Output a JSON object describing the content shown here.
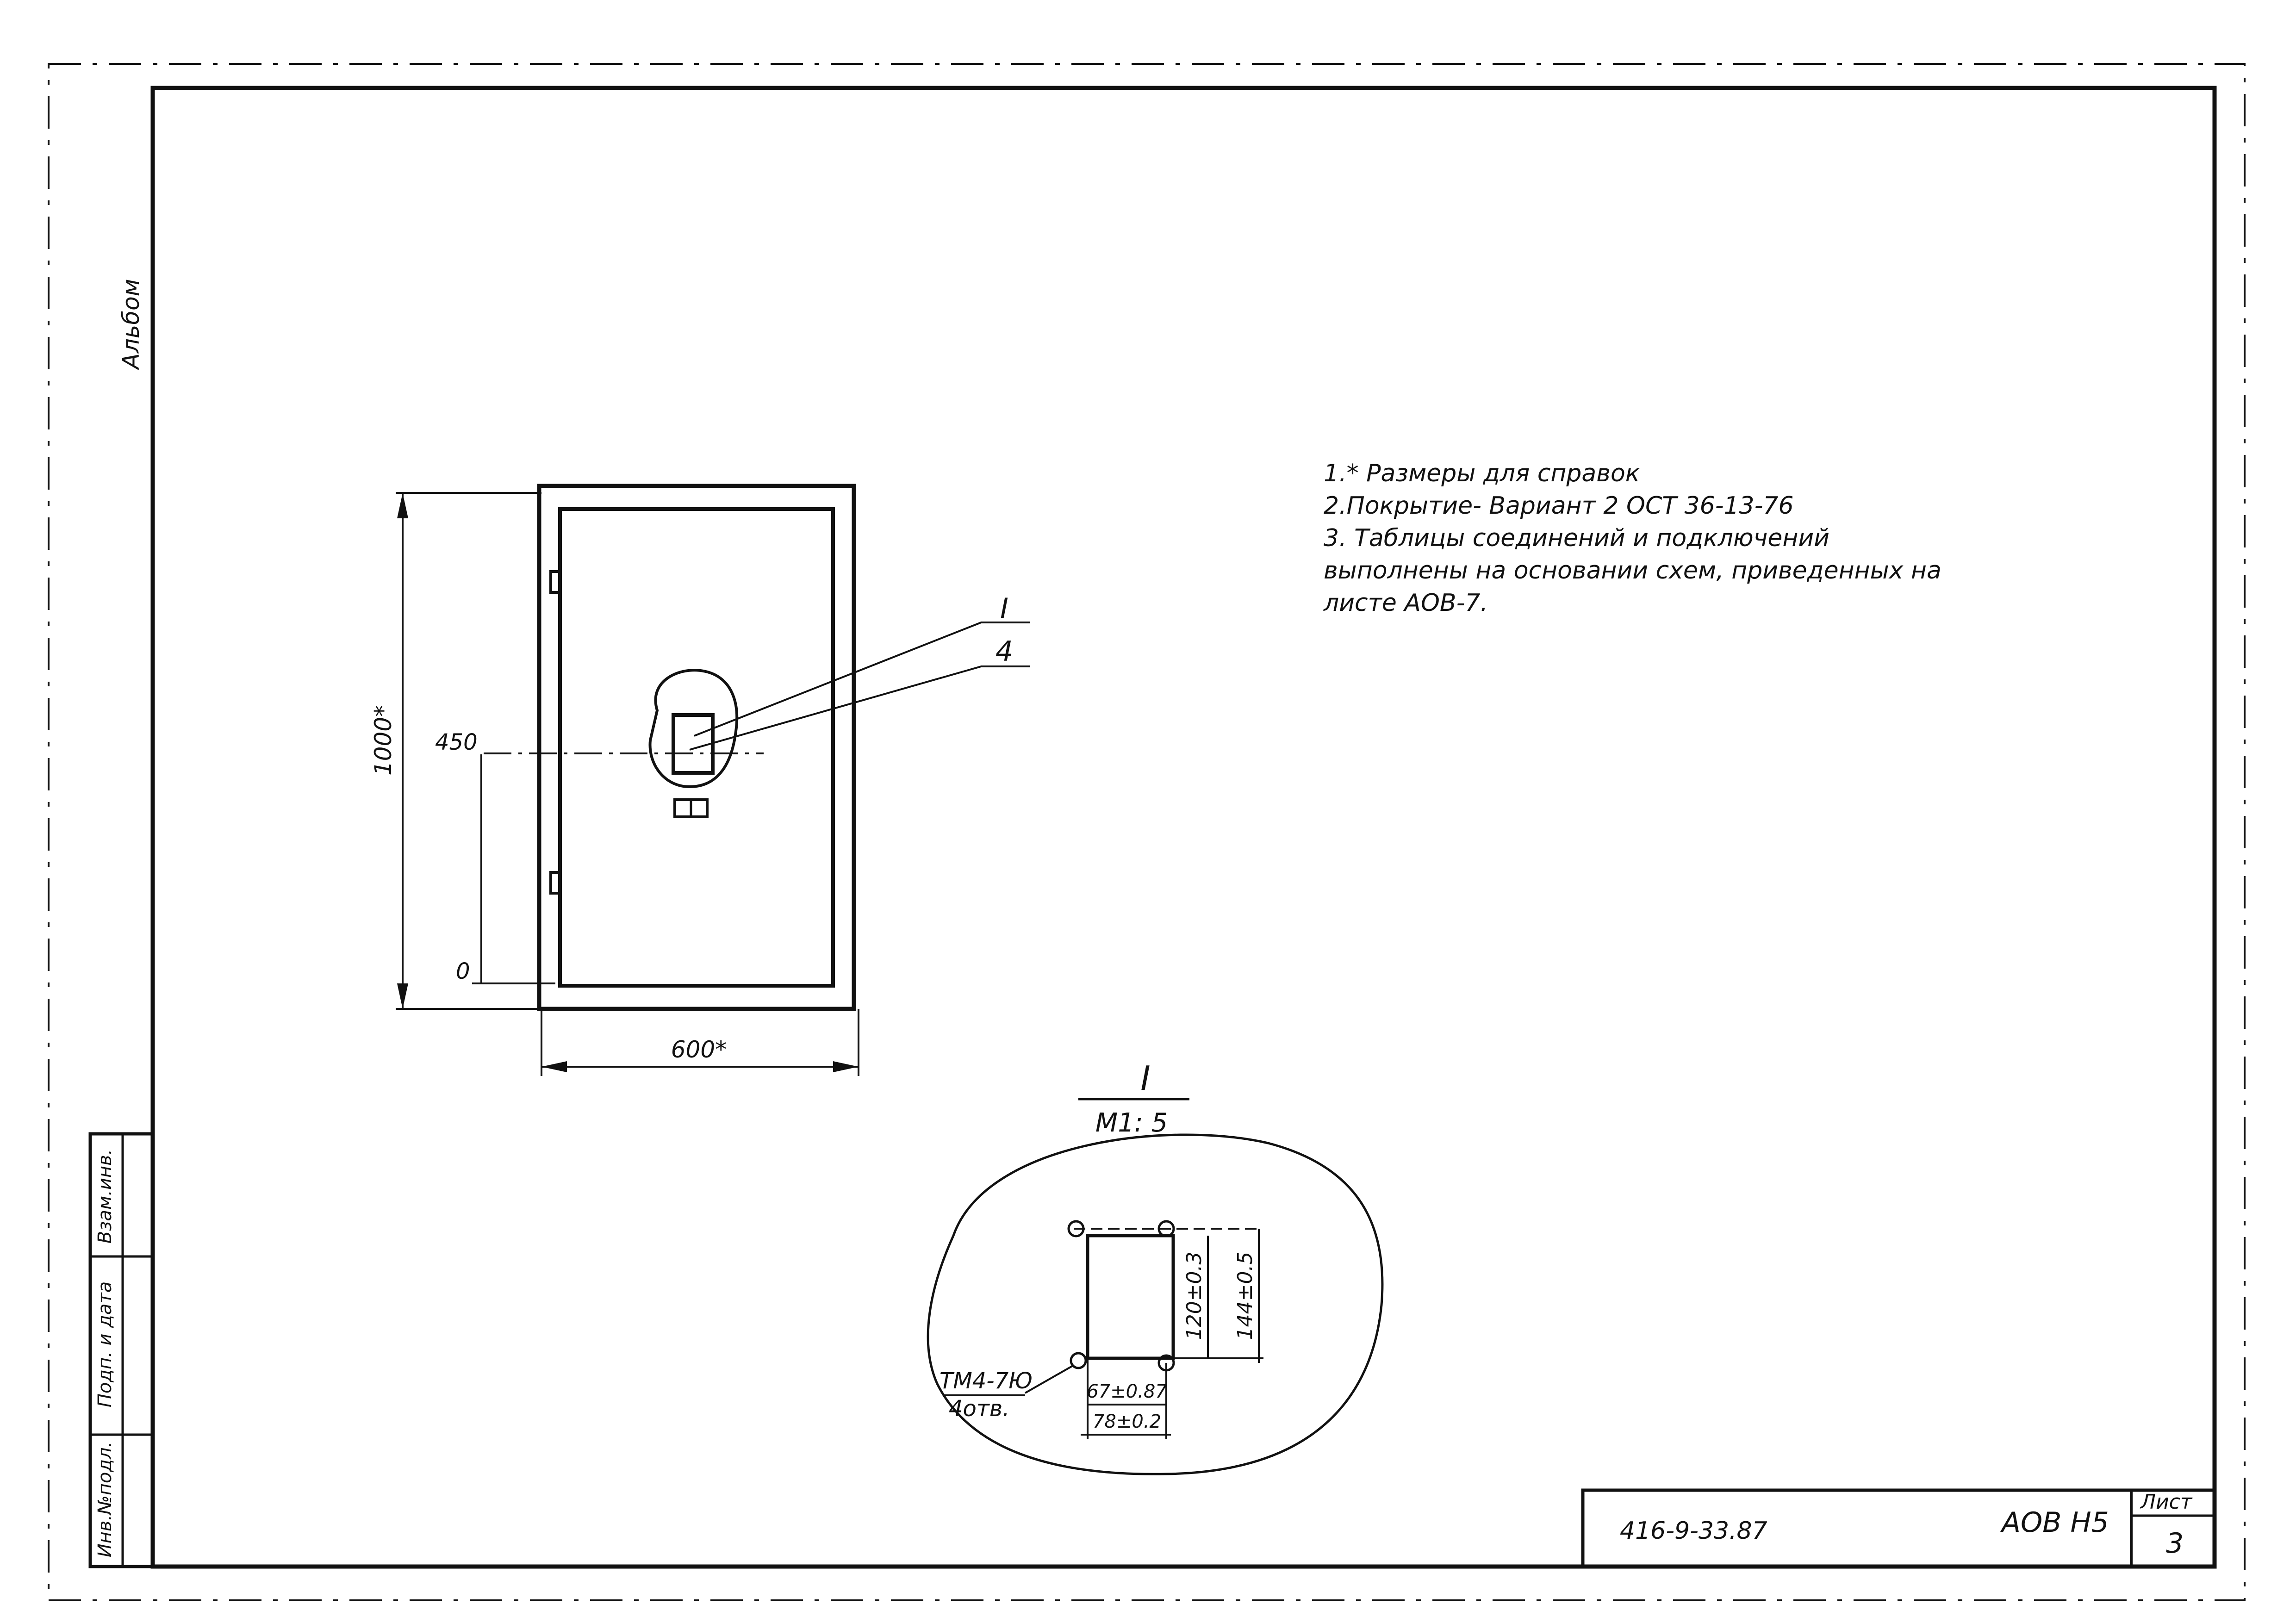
{
  "margin_label": "Альбом",
  "notes": [
    "1.* Размеры для справок",
    "2.Покрытие- Вариант 2 ОСТ 36-13-76",
    "3. Таблицы соединений и подключений",
    "выполнены на основании схем, приведенных на",
    "листе АОВ-7."
  ],
  "front_view": {
    "height_dim": "1000*",
    "width_dim": "600*",
    "level_450": "450",
    "level_0": "0",
    "callout_section": "I",
    "callout_item": "4"
  },
  "detail": {
    "title": "I",
    "scale": "M1: 5",
    "dim_120": "120±0.3",
    "dim_144": "144±0.5",
    "dim_67": "67±0.87",
    "dim_78": "78±0.2",
    "thread": "ТМ4-7Ю",
    "holes": "4отв."
  },
  "side_stamps": [
    "Взам.инв.",
    "Подп. и дата",
    "Инв.№подл."
  ],
  "title_block": {
    "project_code": "416-9-33.87",
    "designation": "АОВ Н5",
    "sheet_label": "Лист",
    "sheet_number": "3"
  }
}
